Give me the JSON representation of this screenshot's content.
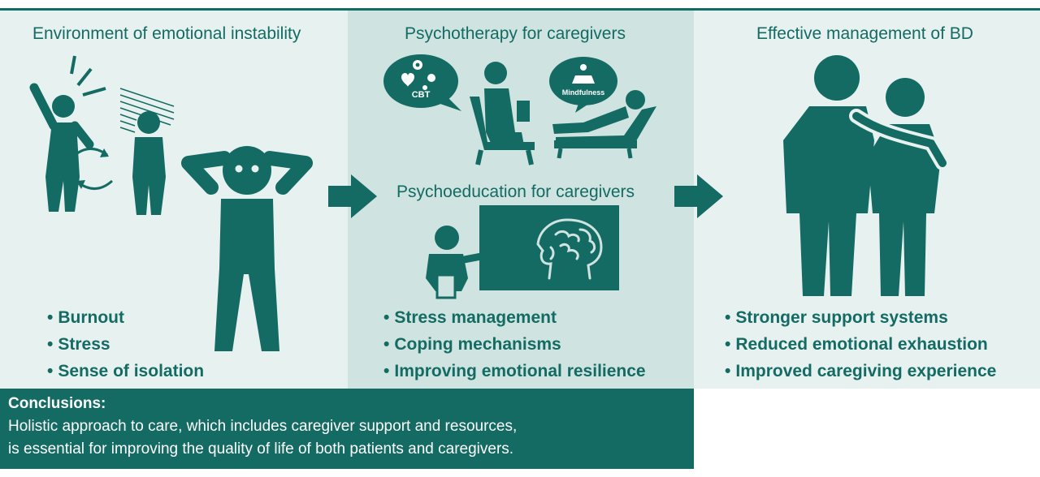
{
  "colors": {
    "primary": "#136b63",
    "panel_light": "#e7f1f0",
    "panel_mid": "#cfe3e0",
    "white": "#ffffff"
  },
  "columns": [
    {
      "title": "Environment of emotional instability",
      "bullets": [
        "Burnout",
        "Stress",
        "Sense of isolation"
      ],
      "icons": [
        "arguing-people-icon",
        "stressed-person-icon"
      ]
    },
    {
      "title": "Psychotherapy for caregivers",
      "bubble_left": "CBT",
      "bubble_right": "Mindfulness",
      "subtitle": "Psychoeducation for caregivers",
      "bullets": [
        "Stress management",
        "Coping mechanisms",
        "Improving emotional resilience"
      ],
      "icons": [
        "therapist-icon",
        "patient-couch-icon",
        "teacher-icon",
        "brain-board-icon"
      ]
    },
    {
      "title": "Effective management of BD",
      "bullets": [
        "Stronger support systems",
        "Reduced emotional exhaustion",
        "Improved caregiving experience"
      ],
      "icons": [
        "supporting-people-icon"
      ]
    }
  ],
  "conclusions": {
    "title": "Conclusions:",
    "lines": [
      "Holistic approach to care, which includes caregiver support and resources,",
      "is essential for improving the quality of life of both patients and caregivers."
    ]
  }
}
